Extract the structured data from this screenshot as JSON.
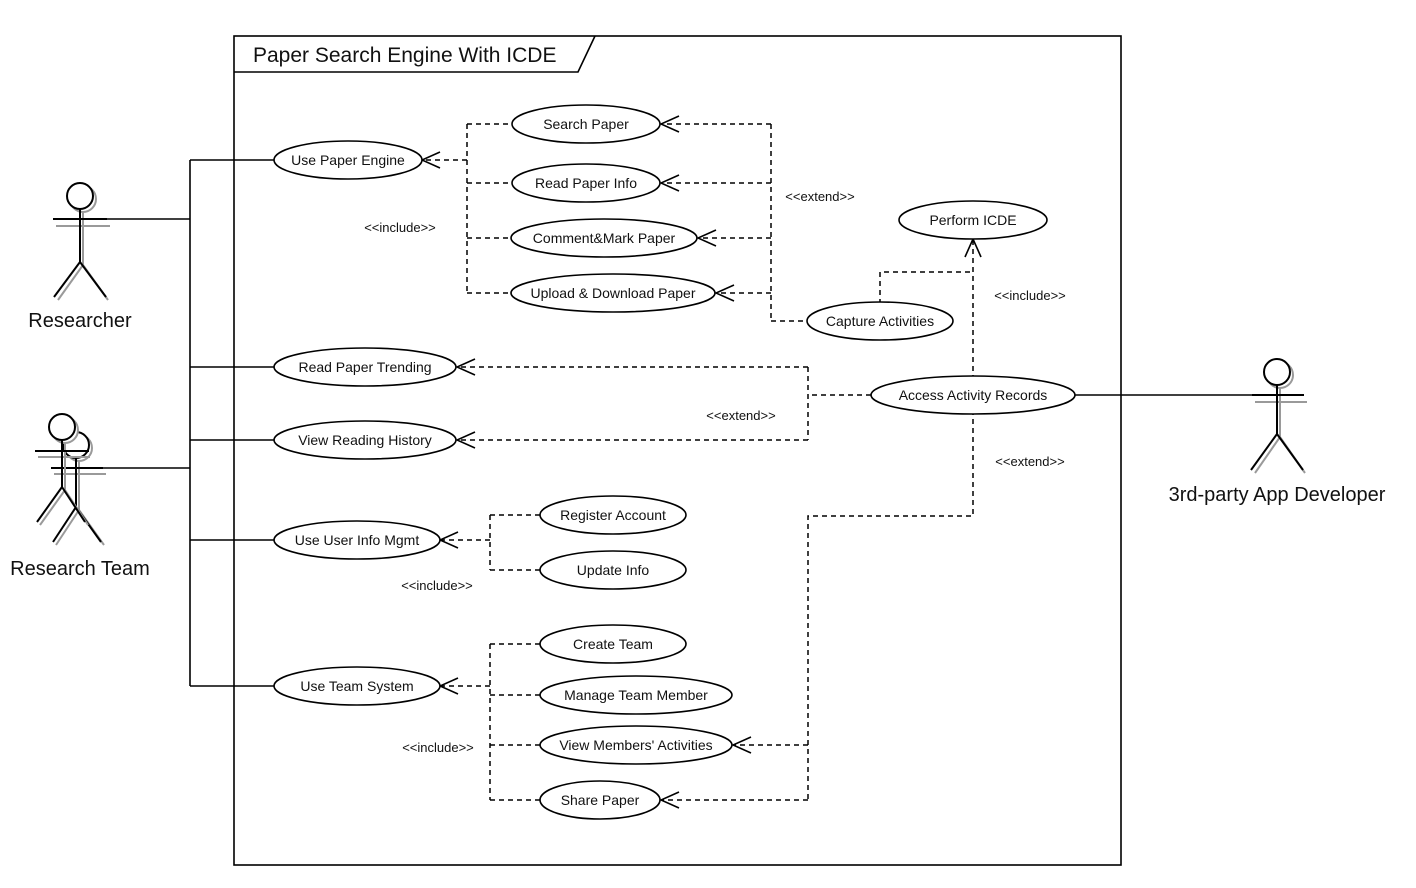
{
  "system": {
    "title": "Paper Search Engine With ICDE"
  },
  "actors": {
    "researcher": "Researcher",
    "research_team": "Research Team",
    "developer": "3rd-party App Developer"
  },
  "use_cases": {
    "use_paper_engine": "Use Paper Engine",
    "search_paper": "Search Paper",
    "read_paper_info": "Read Paper Info",
    "comment_mark_paper": "Comment&Mark Paper",
    "upload_download_paper": "Upload & Download Paper",
    "capture_activities": "Capture Activities",
    "perform_icde": "Perform ICDE",
    "read_paper_trending": "Read Paper Trending",
    "access_activity_records": "Access Activity Records",
    "view_reading_history": "View Reading History",
    "use_user_info_mgmt": "Use User Info Mgmt",
    "register_account": "Register Account",
    "update_info": "Update Info",
    "use_team_system": "Use Team System",
    "create_team": "Create Team",
    "manage_team_member": "Manage Team Member",
    "view_members_activities": "View Members' Activities",
    "share_paper": "Share Paper"
  },
  "stereotypes": {
    "include_paper_engine": "<<include>>",
    "extend_paper_features": "<<extend>>",
    "include_icde": "<<include>>",
    "extend_records": "<<extend>>",
    "extend_team_activities": "<<extend>>",
    "include_user_info": "<<include>>",
    "include_team": "<<include>>"
  }
}
